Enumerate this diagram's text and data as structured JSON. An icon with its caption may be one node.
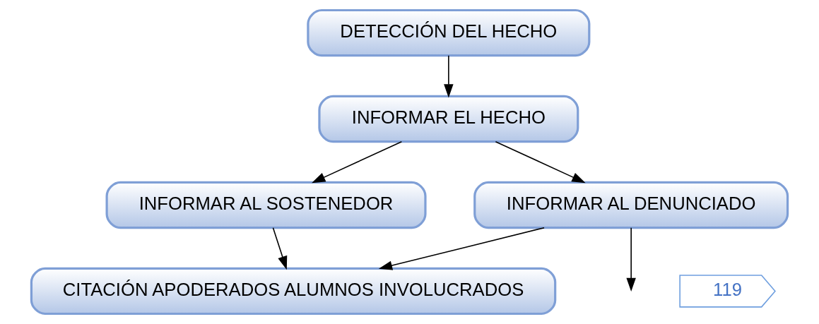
{
  "diagram": {
    "nodes": [
      {
        "text": [
          "DETECCIÓN DEL HECHO"
        ]
      },
      {
        "text": [
          "INFORMAR EL HECHO"
        ]
      },
      {
        "text": [
          "INFORMAR AL DENUNCIADO"
        ]
      },
      {
        "text": [
          "INFORMAR AL SOSTENEDOR"
        ]
      },
      {
        "text": [
          "119"
        ]
      },
      {
        "text": [
          "CITACIÓN APODERADOS ALUMNOS INVOLUCRADOS"
        ]
      }
    ],
    "edges": [
      {
        "from": 0,
        "to": 1,
        "arrow": "to"
      },
      {
        "from": 1,
        "to": 2,
        "arrow": "to"
      },
      {
        "from": 1,
        "to": 3,
        "arrow": "to"
      },
      {
        "from": 2,
        "to": null,
        "arrow": "to"
      },
      {
        "from": 2,
        "to": 5,
        "arrow": "to"
      },
      {
        "from": 3,
        "to": 5,
        "arrow": "to"
      }
    ]
  }
}
